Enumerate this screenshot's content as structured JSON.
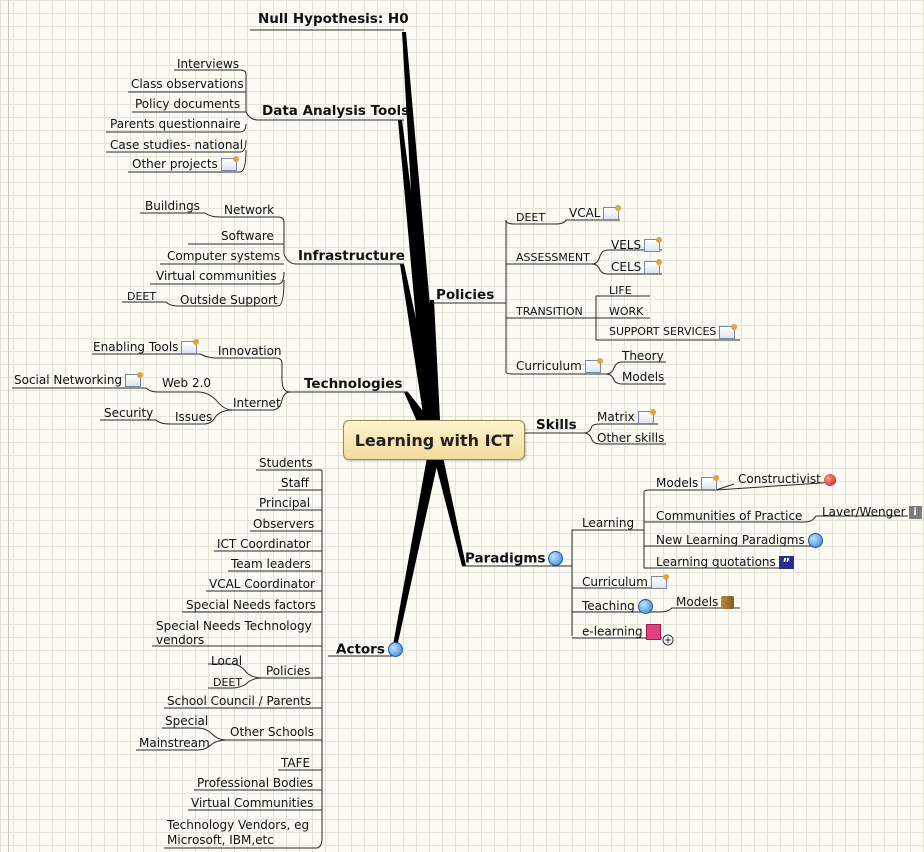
{
  "map": {
    "central": "Learning with ICT",
    "null_hypothesis": "Null Hypothesis: H0",
    "data_analysis": {
      "title": "Data Analysis Tools",
      "items": [
        "Interviews",
        "Class observations",
        "Policy documents",
        "Parents questionnaire",
        "Case studies- national",
        "Other projects"
      ]
    },
    "infrastructure": {
      "title": "Infrastructure",
      "network": "Network",
      "buildings": "Buildings",
      "software": "Software",
      "computer_systems": "Computer systems",
      "virtual_communities": "Virtual communities",
      "outside_support": "Outside Support",
      "deet": "DEET"
    },
    "technologies": {
      "title": "Technologies",
      "innovation": "Innovation",
      "enabling_tools": "Enabling Tools",
      "internet": "Internet",
      "web20": "Web 2.0",
      "social_networking": "Social Networking",
      "issues": "Issues",
      "security": "Security"
    },
    "actors": {
      "title": "Actors",
      "items": [
        "Students",
        "Staff",
        "Principal",
        "Observers",
        "ICT Coordinator",
        "Team leaders",
        "VCAL Coordinator",
        "Special Needs factors"
      ],
      "sn_vendors_1": "Special Needs Technology",
      "sn_vendors_2": "vendors",
      "policies": "Policies",
      "local": "Local",
      "deet": "DEET",
      "school_council": "School Council / Parents",
      "other_schools": "Other Schools",
      "special": "Special",
      "mainstream": "Mainstream",
      "tafe": "TAFE",
      "professional_bodies": "Professional Bodies",
      "virtual_communities": "Virtual Communities",
      "tech_vendors_1": "Technology Vendors, eg",
      "tech_vendors_2": "Microsoft, IBM,etc"
    },
    "policies": {
      "title": "Policies",
      "deet": "DEET",
      "vcal": "VCAL",
      "assessment": "ASSESSMENT",
      "vels": "VELS",
      "cels": "CELS",
      "transition": "TRANSITION",
      "life": "LIFE",
      "work": "WORK",
      "support_services": "SUPPORT SERVICES",
      "curriculum": "Curriculum",
      "theory": "Theory",
      "models": "Models"
    },
    "skills": {
      "title": "Skills",
      "matrix": "Matrix",
      "other_skills": "Other skills"
    },
    "paradigms": {
      "title": "Paradigms",
      "learning": "Learning",
      "models": "Models",
      "constructivist": "Constructivist",
      "communities": "Communities of Practice",
      "laver_wenger": "Laver/Wenger",
      "new_paradigms": "New Learning Paradigms",
      "quotations": "Learning quotations",
      "curriculum": "Curriculum",
      "teaching": "Teaching",
      "teaching_models": "Models",
      "elearning": "e-learning",
      "expand_symbol": "+"
    }
  },
  "colors": {
    "branch": "#000000",
    "line": "#2a2a2a",
    "center_border": "#9c8a56"
  },
  "icons": [
    "note-icon",
    "web-icon",
    "red-circle-icon",
    "info-icon",
    "quote-icon",
    "pink-attachment-icon",
    "people-icon",
    "expand-icon"
  ]
}
